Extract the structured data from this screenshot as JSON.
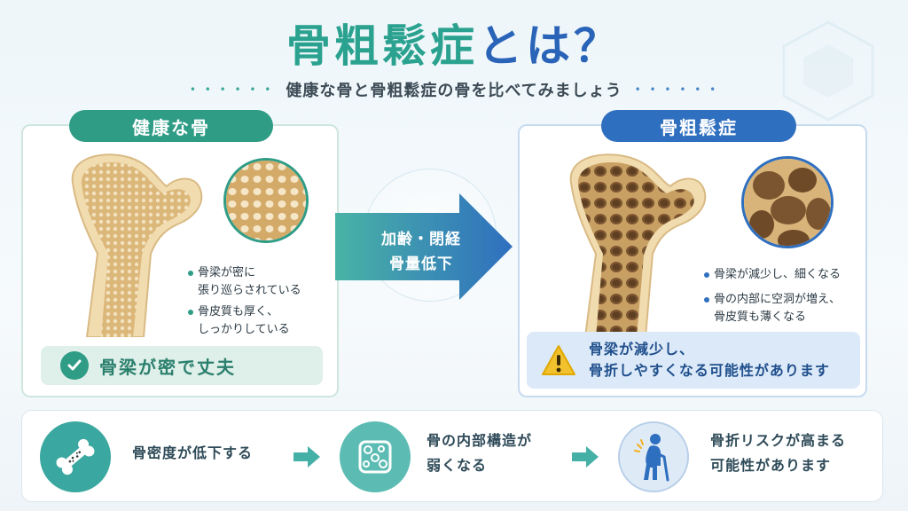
{
  "title": {
    "part1": "骨粗鬆症",
    "part2": "とは？"
  },
  "subtitle": "健康な骨と骨粗鬆症の骨を比べてみましょう",
  "healthy": {
    "label": "健康な骨",
    "bullets": [
      {
        "line1": "骨梁が密に",
        "line2": "張り巡らされている"
      },
      {
        "line1": "骨皮質も厚く、",
        "line2": "しっかりしている"
      }
    ],
    "result": "骨梁が密で丈夫"
  },
  "arrow": {
    "line1": "加齢・閉経",
    "line2": "骨量低下"
  },
  "osteoporosis": {
    "label": "骨粗鬆症",
    "bullets": [
      {
        "line1": "骨梁が減少し、細くなる",
        "line2": ""
      },
      {
        "line1": "骨の内部に空洞が増え、",
        "line2": "骨皮質も薄くなる"
      }
    ],
    "warning": {
      "line1": "骨梁が減少し、",
      "line2": "骨折しやすくなる可能性があります"
    }
  },
  "steps": [
    {
      "icon": "bone-icon",
      "line1": "骨密度が低下する",
      "line2": ""
    },
    {
      "icon": "bone-structure-icon",
      "line1": "骨の内部構造が",
      "line2": "弱くなる"
    },
    {
      "icon": "elderly-person-icon",
      "line1": "骨折リスクが高まる",
      "line2": "可能性があります"
    }
  ],
  "colors": {
    "teal": "#2f9c86",
    "blue": "#2f6fbf",
    "bone": "#ecd6a8"
  }
}
